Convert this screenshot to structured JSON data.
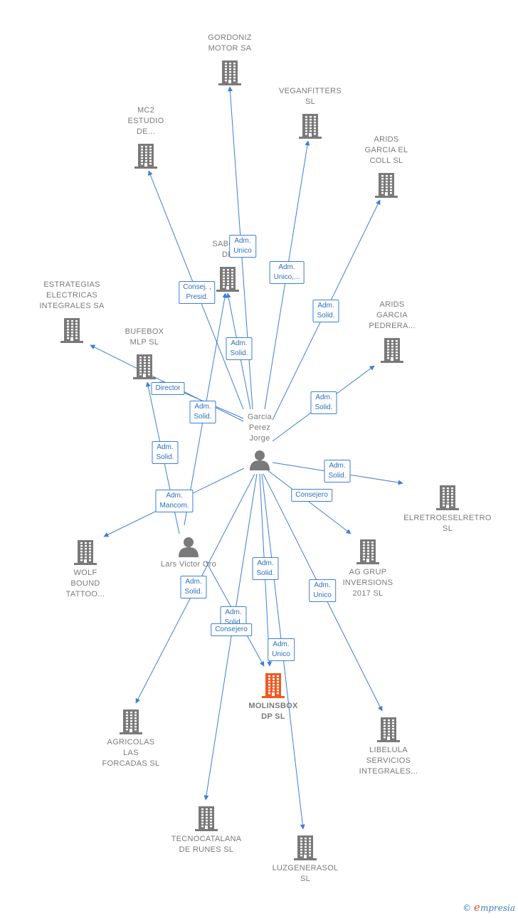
{
  "colors": {
    "edge": "#3d7fd6",
    "building": "#7a7a7a",
    "focus_building": "#f05a23",
    "person": "#7a7a7a"
  },
  "nodes": [
    {
      "id": "center",
      "kind": "person",
      "label": "Garcia\nPerez\nJorge",
      "label_pos": "above"
    },
    {
      "id": "lars",
      "kind": "person",
      "label": "Lars Victor Oro",
      "label_pos": "below"
    },
    {
      "id": "molinsbox",
      "kind": "focus",
      "label": "MOLINSBOX\nDP  SL",
      "label_pos": "below"
    },
    {
      "id": "gordoniz",
      "kind": "company",
      "label": "GORDONIZ\nMOTOR SA",
      "label_pos": "above"
    },
    {
      "id": "veganfitters",
      "kind": "company",
      "label": "VEGANFITTERS\nSL",
      "label_pos": "above"
    },
    {
      "id": "mc2",
      "kind": "company",
      "label": "MC2\nESTUDIO\nDE...",
      "label_pos": "above"
    },
    {
      "id": "arids_coll",
      "kind": "company",
      "label": "ARIDS\nGARCIA EL\nCOLL  SL",
      "label_pos": "above"
    },
    {
      "id": "sabori",
      "kind": "company",
      "label": "SABORI\nDP",
      "label_pos": "above"
    },
    {
      "id": "arids_pedrera",
      "kind": "company",
      "label": "ARIDS\nGARCIA\nPEDRERA...",
      "label_pos": "above"
    },
    {
      "id": "estrategias",
      "kind": "company",
      "label": "ESTRATEGIAS\nELECTRICAS\nINTEGRALES SA",
      "label_pos": "above"
    },
    {
      "id": "bufebox",
      "kind": "company",
      "label": "BUFEBOX\nMLP  SL",
      "label_pos": "above"
    },
    {
      "id": "elretro",
      "kind": "company",
      "label": "ELRETROESELRETRO\nSL",
      "label_pos": "below"
    },
    {
      "id": "aggrup",
      "kind": "company",
      "label": "AG GRUP\nINVERSIONS\n2017  SL",
      "label_pos": "below"
    },
    {
      "id": "wolf",
      "kind": "company",
      "label": "WOLF\nBOUND\nTATTOO...",
      "label_pos": "below"
    },
    {
      "id": "agricolas",
      "kind": "company",
      "label": "AGRICOLAS\nLAS\nFORCADAS  SL",
      "label_pos": "below"
    },
    {
      "id": "libelula",
      "kind": "company",
      "label": "LIBELULA\nSERVICIOS\nINTEGRALES...",
      "label_pos": "below"
    },
    {
      "id": "tecnocatalana",
      "kind": "company",
      "label": "TECNOCATALANA\nDE RUNES SL",
      "label_pos": "below"
    },
    {
      "id": "luzgenerasol",
      "kind": "company",
      "label": "LUZGENERASOL\nSL",
      "label_pos": "below"
    }
  ],
  "edges": [
    {
      "from": "center",
      "to": "gordoniz",
      "label": "Adm.\nUnico"
    },
    {
      "from": "center",
      "to": "veganfitters",
      "label": "Adm.\nUnico,..."
    },
    {
      "from": "center",
      "to": "mc2",
      "label": "Consej. ,\nPresid."
    },
    {
      "from": "center",
      "to": "arids_coll",
      "label": "Adm.\nSolid."
    },
    {
      "from": "center",
      "to": "sabori",
      "label": "Adm.\nSolid."
    },
    {
      "from": "center",
      "to": "arids_pedrera",
      "label": "Adm.\nSolid."
    },
    {
      "from": "center",
      "to": "estrategias",
      "label": "Adm.\nSolid."
    },
    {
      "from": "center",
      "to": "bufebox",
      "label": "Director"
    },
    {
      "from": "center",
      "to": "elretro",
      "label": "Adm.\nSolid."
    },
    {
      "from": "center",
      "to": "aggrup",
      "label": "Consejero"
    },
    {
      "from": "center",
      "to": "wolf",
      "label": "Adm.\nMancom."
    },
    {
      "from": "center",
      "to": "agricolas",
      "label": "Adm.\nSolid."
    },
    {
      "from": "center",
      "to": "libelula",
      "label": "Adm.\nUnico"
    },
    {
      "from": "center",
      "to": "tecnocatalana",
      "label": "Adm.\nSolid."
    },
    {
      "from": "center",
      "to": "luzgenerasol",
      "label": "Adm.\nUnico"
    },
    {
      "from": "center",
      "to": "molinsbox",
      "label": "Adm.\nSolid."
    },
    {
      "from": "lars",
      "to": "bufebox",
      "label": "Adm.\nSolid."
    },
    {
      "from": "lars",
      "to": "sabori",
      "label": ""
    },
    {
      "from": "lars",
      "to": "molinsbox",
      "label": "Consejero"
    }
  ],
  "branding": {
    "copyright": "©",
    "name_initial": "e",
    "name_rest": "mpresia"
  }
}
